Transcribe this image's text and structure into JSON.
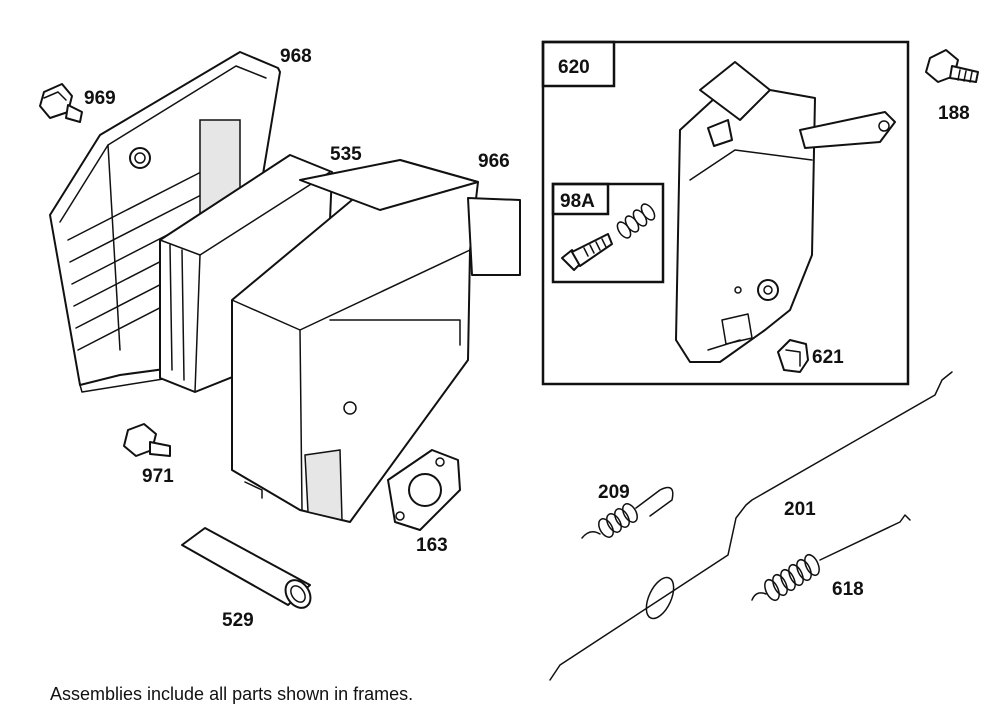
{
  "parts": {
    "p968": "968",
    "p969": "969",
    "p535": "535",
    "p966": "966",
    "p971": "971",
    "p163": "163",
    "p529": "529",
    "p188": "188",
    "p621": "621",
    "p209": "209",
    "p201": "201",
    "p618": "618"
  },
  "frames": {
    "main_frame": "620",
    "sub_frame": "98A"
  },
  "footnote": "Assemblies include all parts shown in frames."
}
